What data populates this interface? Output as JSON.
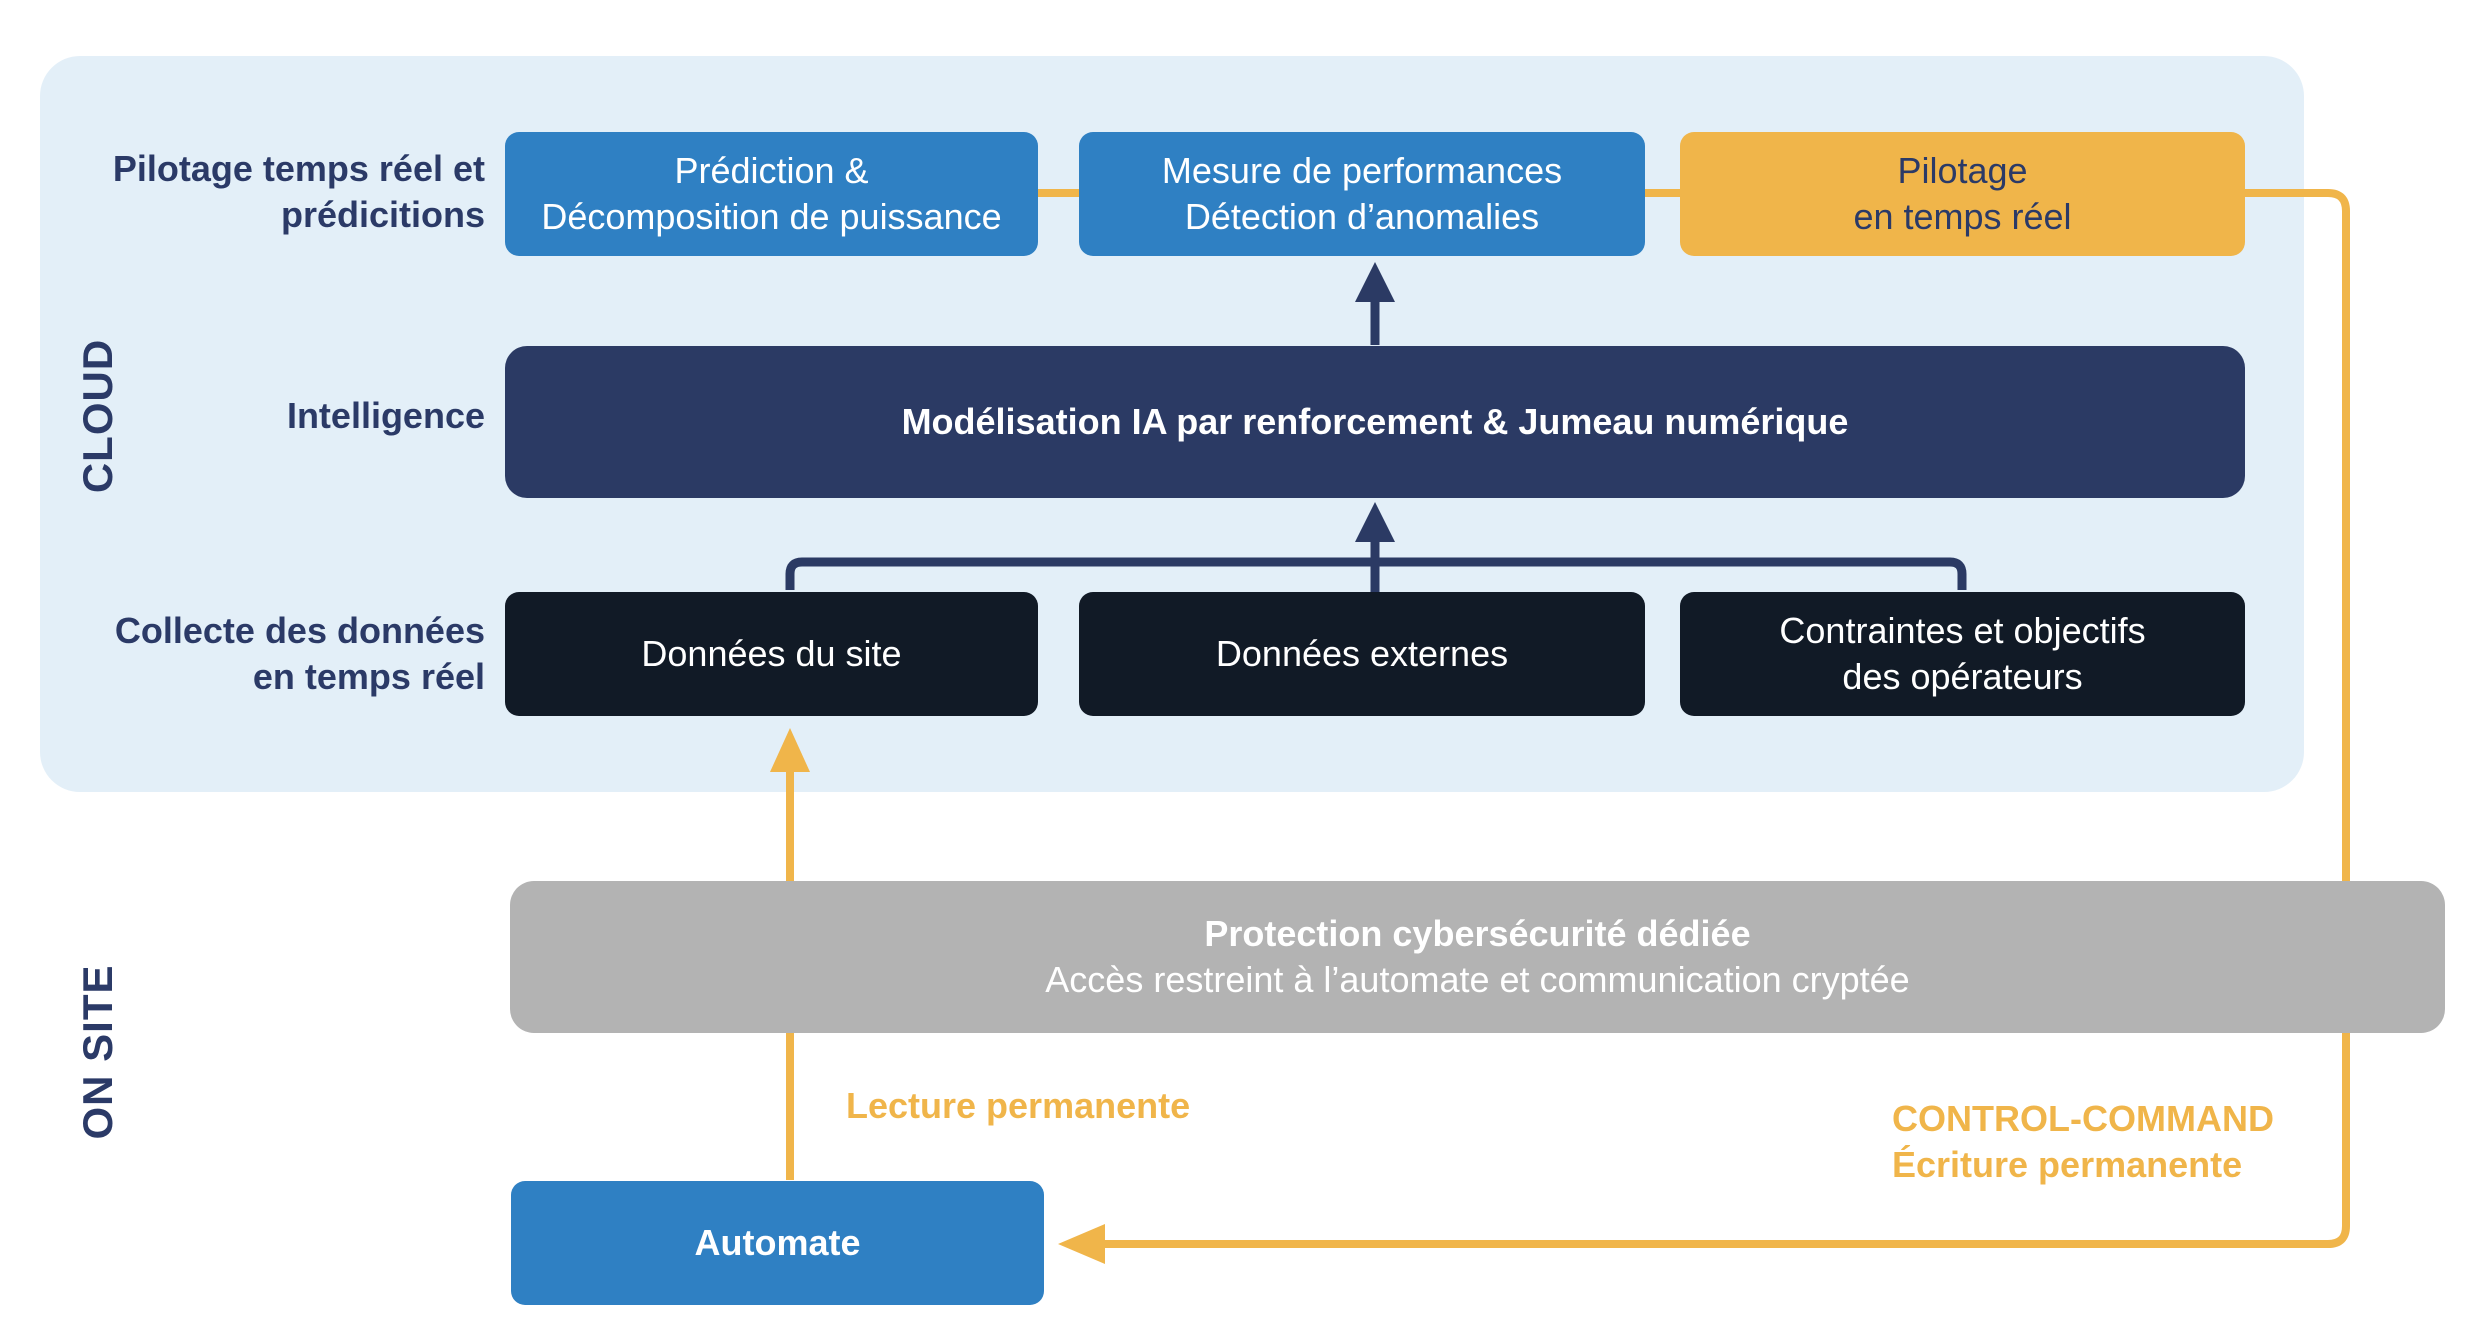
{
  "zones": {
    "cloud": "CLOUD",
    "on_site": "ON SITE"
  },
  "rows": {
    "pilotage": "Pilotage temps réel et\nprédicitions",
    "intelligence": "Intelligence",
    "collecte": "Collecte des données\nen temps réel"
  },
  "boxes": {
    "prediction": "Prédiction &\nDécomposition de puissance",
    "mesure": "Mesure de performances\nDétection d’anomalies",
    "pilotage_rt": "Pilotage\nen temps réel",
    "modelisation": "Modélisation IA par renforcement & Jumeau numérique",
    "donnees_site": "Données du site",
    "donnees_externes": "Données externes",
    "contraintes": "Contraintes et objectifs\ndes opérateurs",
    "protection_title": "Protection cybersécurité dédiée",
    "protection_sub": "Accès restreint à l’automate et communication cryptée",
    "automate": "Automate"
  },
  "flows": {
    "lecture": "Lecture permanente",
    "control_command": "CONTROL-COMMAND",
    "ecriture": "Écriture permanente"
  },
  "colors": {
    "cloud_bg": "#e3eff8",
    "blue": "#2f80c3",
    "orange": "#f0b54a",
    "navy": "#2b3a64",
    "dark": "#111a26",
    "gray": "#b3b3b3",
    "label_text": "#2b3a67"
  }
}
